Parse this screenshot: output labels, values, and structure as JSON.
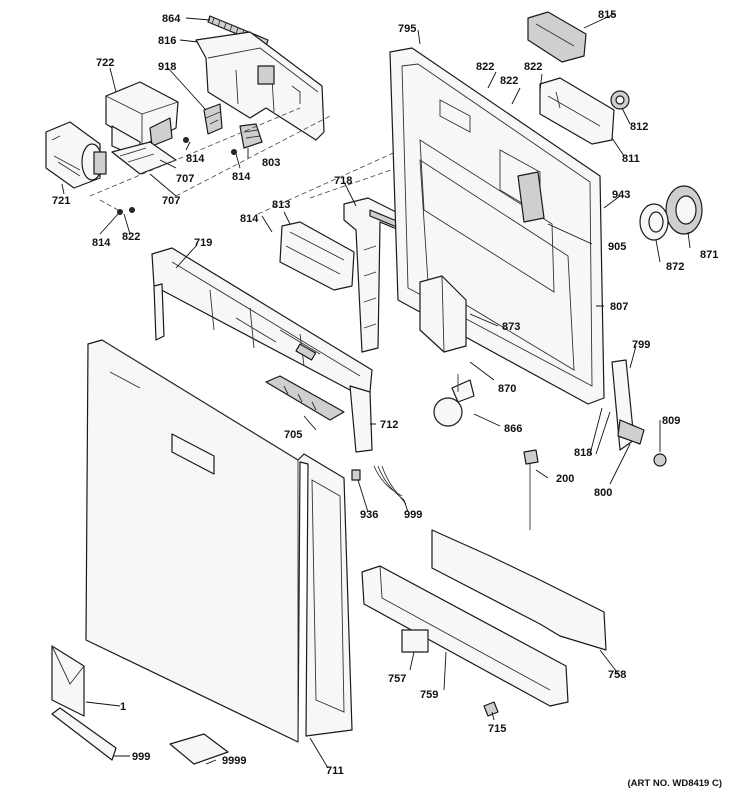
{
  "art_number": "(ART NO. WD8419 C)",
  "callouts": {
    "c864": "864",
    "c816": "816",
    "c722": "722",
    "c918": "918",
    "c721": "721",
    "c814a": "814",
    "c707a": "707",
    "c707b": "707",
    "c814b": "814",
    "c803": "803",
    "c814c": "814",
    "c822a": "822",
    "c814d": "814",
    "c813": "813",
    "c718": "718",
    "c719": "719",
    "c795": "795",
    "c815": "815",
    "c822b": "822",
    "c822c": "822",
    "c822d": "822",
    "c812": "812",
    "c811": "811",
    "c943": "943",
    "c871": "871",
    "c872": "872",
    "c905": "905",
    "c873": "873",
    "c807": "807",
    "c870": "870",
    "c799": "799",
    "c866": "866",
    "c712": "712",
    "c705": "705",
    "c809": "809",
    "c818": "818",
    "c200": "200",
    "c800": "800",
    "c936": "936",
    "c999a": "999",
    "c758": "758",
    "c757": "757",
    "c759": "759",
    "c715": "715",
    "c1": "1",
    "c999b": "999",
    "c9999": "9999",
    "c711": "711"
  }
}
